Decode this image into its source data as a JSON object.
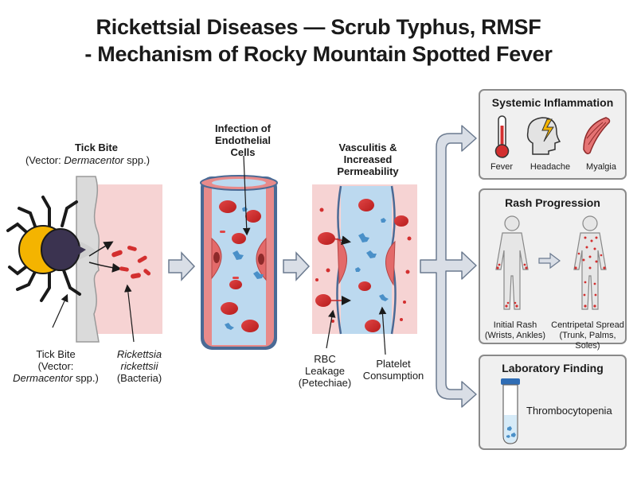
{
  "title": {
    "line1": "Rickettsial Diseases — Scrub Typhus, RMSF",
    "line2": "- Mechanism of Rocky Mountain Spotted Fever"
  },
  "stage1": {
    "top_label_title": "Tick Bite",
    "top_label_sub_prefix": "(Vector: ",
    "top_label_sub_genus": "Dermacentor",
    "top_label_sub_suffix": " spp.)",
    "bottom_tick_line1": "Tick Bite",
    "bottom_tick_line2": "(Vector:",
    "bottom_tick_genus": "Dermacentor",
    "bottom_tick_suffix": " spp.)",
    "bacteria_line1": "Rickettsia",
    "bacteria_line2": "rickettsii",
    "bacteria_line3": "(Bacteria)"
  },
  "stage2": {
    "label_line1": "Infection of",
    "label_line2": "Endothelial",
    "label_line3": "Cells"
  },
  "stage3": {
    "label_line1": "Vasculitis &",
    "label_line2": "Increased",
    "label_line3": "Permeability",
    "rbc_line1": "RBC",
    "rbc_line2": "Leakage",
    "rbc_line3": "(Petechiae)",
    "platelet_line1": "Platelet",
    "platelet_line2": "Consumption"
  },
  "panels": {
    "systemic": {
      "title": "Systemic Inflammation",
      "items": [
        "Fever",
        "Headache",
        "Myalgia"
      ]
    },
    "rash": {
      "title": "Rash Progression",
      "initial_line1": "Initial Rash",
      "initial_line2": "(Wrists, Ankles)",
      "spread_line1": "Centripetal Spread",
      "spread_line2": "(Trunk, Palms, Soles)"
    },
    "lab": {
      "title": "Laboratory Finding",
      "finding": "Thrombocytopenia"
    }
  },
  "colors": {
    "vessel_blue": "#bcd9ef",
    "tissue_pink": "#f6d3d3",
    "rbc_red": "#d32f2f",
    "endothelial": "#e88a8a",
    "platelet_blue": "#4a90c8",
    "tick_orange": "#f4b400",
    "arrow_fill": "#d9dee6",
    "arrow_stroke": "#6b7a8f"
  }
}
